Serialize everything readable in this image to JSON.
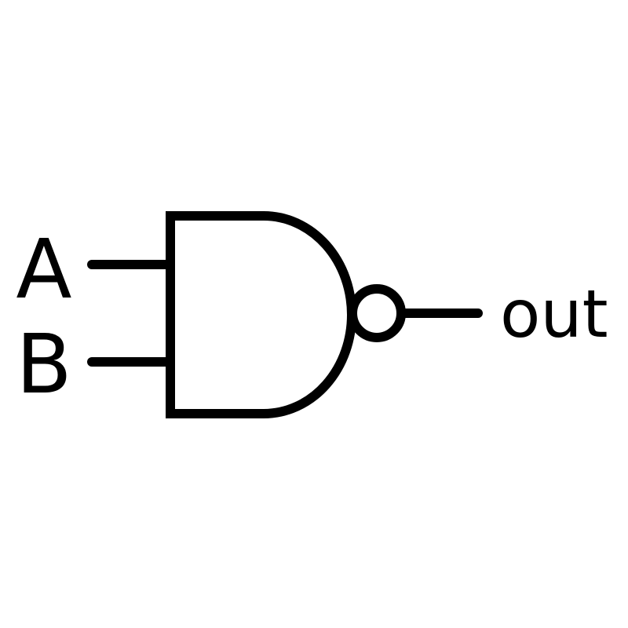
{
  "gate": {
    "type": "NAND",
    "inputs": [
      {
        "label": "A"
      },
      {
        "label": "B"
      }
    ],
    "output": {
      "label": "out"
    }
  },
  "colors": {
    "stroke": "#000000",
    "background": "#ffffff"
  },
  "icons": {
    "gate": "nand-gate-icon",
    "inversion": "inversion-bubble-icon"
  }
}
